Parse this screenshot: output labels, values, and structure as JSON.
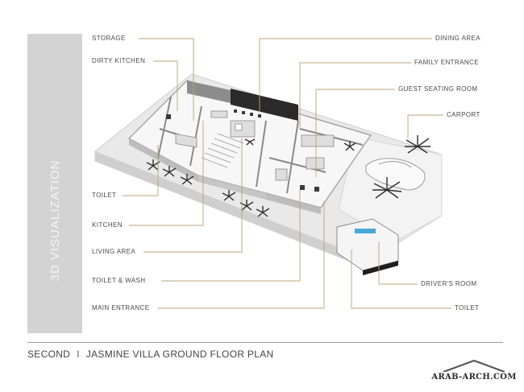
{
  "side_title": "3D VISUALIZATION",
  "labels_left": {
    "storage": "STORAGE",
    "dirty_kitchen": "DIRTY KITCHEN",
    "toilet": "TOILET",
    "kitchen": "KITCHEN",
    "living_area": "LIVING AREA",
    "toilet_wash": "TOILET & WASH",
    "main_entrance": "MAIN ENTRANCE"
  },
  "labels_right": {
    "dining_area": "DINING AREA",
    "family_entrance": "FAMILY ENTRANCE",
    "guest_seating_room": "GUEST SEATING ROOM",
    "carport": "CARPORT",
    "drivers_room": "DRIVER'S ROOM",
    "toilet": "TOILET"
  },
  "caption": {
    "prefix": "SECOND",
    "separator": "I",
    "title": "JASMINE VILLA  GROUND FLOOR PLAN"
  },
  "watermark": "ARAB-ARCH.COM",
  "colors": {
    "panel": "#d3d3d3",
    "leader_line": "#b8a57a",
    "text": "#4a4a4a"
  }
}
